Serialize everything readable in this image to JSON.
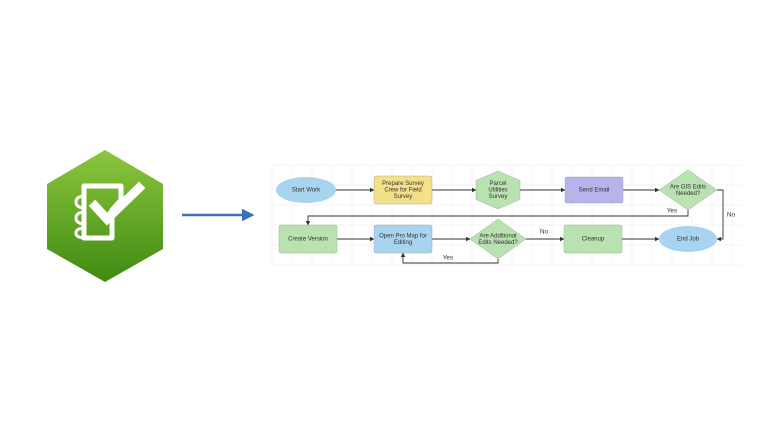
{
  "app_icon": {
    "name": "survey123-clipboard-check-icon",
    "colors": {
      "hex_light": "#8cc63f",
      "hex_dark": "#3f8a12",
      "check": "#ffffff"
    }
  },
  "connector_arrow": {
    "color": "#3a6fbe"
  },
  "flowchart": {
    "colors": {
      "start_end": "#a8d4ef",
      "yellow": "#f5e08a",
      "green": "#b9e2b1",
      "purple": "#b7b4ec",
      "blue": "#a8d4ef",
      "stroke": "#333333"
    },
    "nodes": [
      {
        "id": "start",
        "shape": "ellipse",
        "color": "start_end",
        "lines": [
          "Start Work"
        ]
      },
      {
        "id": "prepare",
        "shape": "rect",
        "color": "yellow",
        "lines": [
          "Prepare Survey",
          "Crew for Field",
          "Survey"
        ]
      },
      {
        "id": "parcel",
        "shape": "hexagon",
        "color": "green",
        "lines": [
          "Parcel",
          "Utilities",
          "Survey"
        ]
      },
      {
        "id": "email",
        "shape": "rect",
        "color": "purple",
        "lines": [
          "Send Email"
        ]
      },
      {
        "id": "gis",
        "shape": "diamond",
        "color": "green",
        "lines": [
          "Are GIS Edits",
          "Needed?"
        ]
      },
      {
        "id": "version",
        "shape": "rect",
        "color": "green",
        "lines": [
          "Create Version"
        ]
      },
      {
        "id": "openpro",
        "shape": "rect",
        "color": "blue",
        "lines": [
          "Open Pro Map for",
          "Editing"
        ]
      },
      {
        "id": "additional",
        "shape": "diamond",
        "color": "green",
        "lines": [
          "Are Additional",
          "Edits Needed?"
        ]
      },
      {
        "id": "cleanup",
        "shape": "rect",
        "color": "green",
        "lines": [
          "Cleanup"
        ]
      },
      {
        "id": "end",
        "shape": "ellipse",
        "color": "start_end",
        "lines": [
          "End Job"
        ]
      }
    ],
    "edges": [
      {
        "from": "start",
        "to": "prepare",
        "label": ""
      },
      {
        "from": "prepare",
        "to": "parcel",
        "label": ""
      },
      {
        "from": "parcel",
        "to": "email",
        "label": ""
      },
      {
        "from": "email",
        "to": "gis",
        "label": ""
      },
      {
        "from": "gis",
        "to": "version",
        "label": "Yes"
      },
      {
        "from": "gis",
        "to": "end",
        "label": "No"
      },
      {
        "from": "version",
        "to": "openpro",
        "label": ""
      },
      {
        "from": "openpro",
        "to": "additional",
        "label": ""
      },
      {
        "from": "additional",
        "to": "cleanup",
        "label": "No"
      },
      {
        "from": "additional",
        "to": "openpro",
        "label": "Yes"
      },
      {
        "from": "cleanup",
        "to": "end",
        "label": ""
      }
    ]
  }
}
